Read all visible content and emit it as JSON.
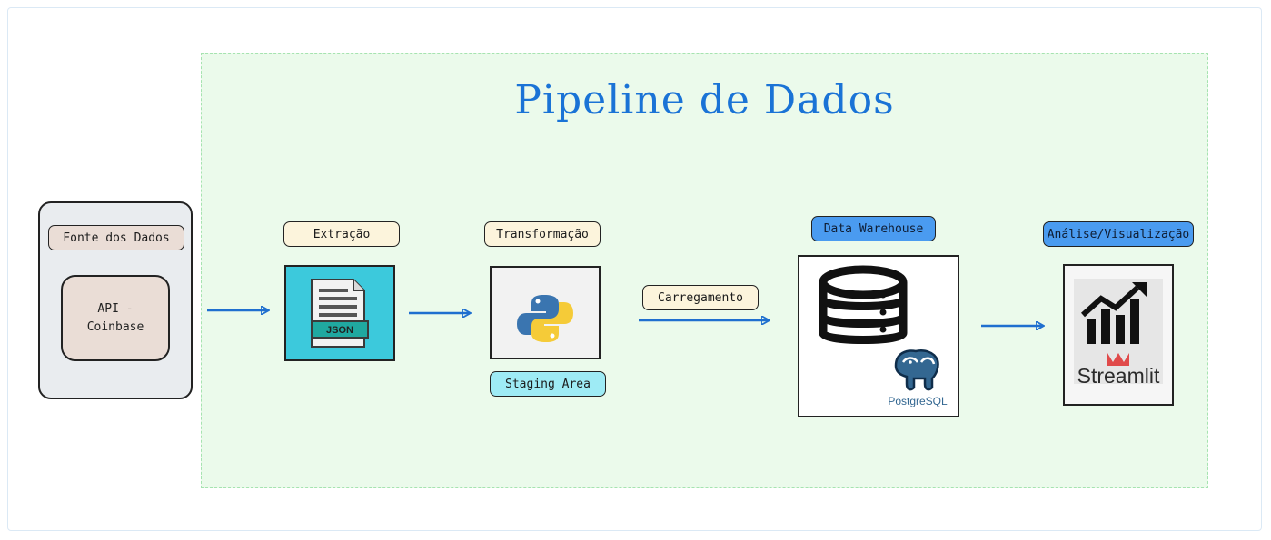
{
  "title": "Pipeline de Dados",
  "source": {
    "label": "Fonte dos Dados",
    "api_line1": "API -",
    "api_line2": "Coinbase"
  },
  "extract": {
    "label": "Extração",
    "badge_text": "JSON"
  },
  "transform": {
    "label": "Transformação",
    "sub_label": "Staging Area"
  },
  "load": {
    "label": "Carregamento"
  },
  "warehouse": {
    "label": "Data Warehouse",
    "db_caption": "PostgreSQL"
  },
  "analysis": {
    "label": "Análise/Visualização",
    "app_caption": "Streamlit"
  },
  "colors": {
    "title": "#1a73d6",
    "pipeline_bg": "#ebfaeb",
    "arrow": "#1f6fcf",
    "tag_cream": "#fcf4dc",
    "tag_cyan": "#9eebf5",
    "tag_blue": "#4a9bf0",
    "json_card": "#3cc9dc"
  }
}
